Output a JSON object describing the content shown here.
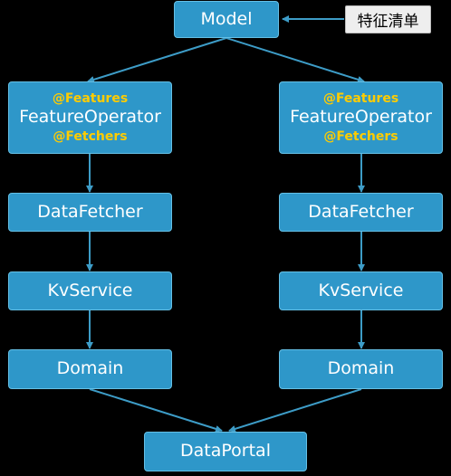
{
  "nodes": {
    "model": "Model",
    "feature_list": "特征清单",
    "left": {
      "features_annotation": "@Features",
      "feature_operator": "FeatureOperator",
      "fetchers_annotation": "@Fetchers",
      "data_fetcher": "DataFetcher",
      "kv_service": "KvService",
      "domain": "Domain"
    },
    "right": {
      "features_annotation": "@Features",
      "feature_operator": "FeatureOperator",
      "fetchers_annotation": "@Fetchers",
      "data_fetcher": "DataFetcher",
      "kv_service": "KvService",
      "domain": "Domain"
    },
    "data_portal": "DataPortal"
  },
  "colors": {
    "background": "#000000",
    "node_fill": "#2e97c9",
    "node_border": "#65c0e6",
    "annotation": "#ffcc00",
    "edge": "#3d9cc7"
  }
}
